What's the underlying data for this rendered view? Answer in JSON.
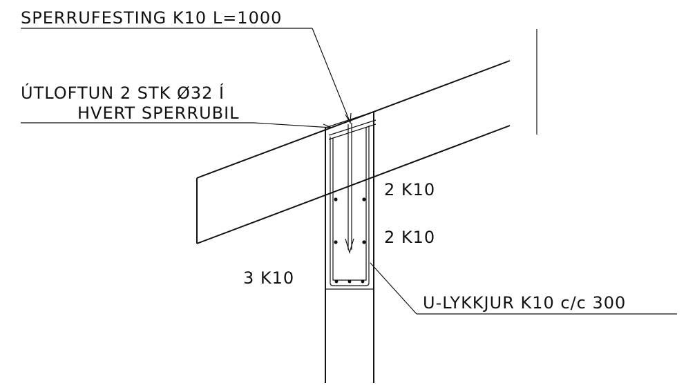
{
  "labels": {
    "sperrufesting": "SPERRUFESTING K10 L=1000",
    "utloftun_line1": "ÚTLOFTUN 2 STK Ø32 Í",
    "utloftun_line2": "HVERT SPERRUBIL",
    "top_bars": "2 K10",
    "mid_bars": "2 K10",
    "bottom_bars": "3 K10",
    "stirrups": "U-LYKKJUR K10 c/c 300"
  }
}
